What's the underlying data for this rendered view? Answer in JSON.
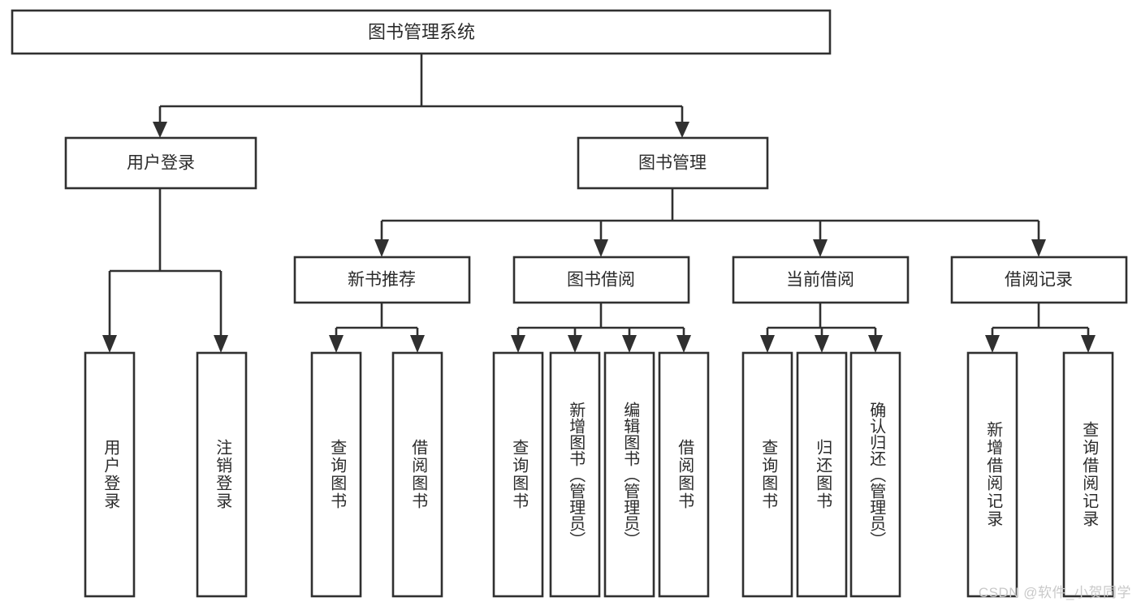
{
  "diagram": {
    "title": "图书管理系统",
    "type": "tree",
    "watermark": "CSDN @软件_小贺同学",
    "colors": {
      "stroke": "#303030",
      "fill": "#ffffff",
      "text": "#2b2b2b",
      "watermark": "#c9c9c9",
      "background": "#ffffff"
    },
    "root": {
      "id": "root",
      "label": "图书管理系统",
      "level": 1
    },
    "level2": [
      {
        "id": "user-login",
        "label": "用户登录",
        "level": 2
      },
      {
        "id": "book-management",
        "label": "图书管理",
        "level": 2
      }
    ],
    "level3": [
      {
        "id": "new-book-recommend",
        "label": "新书推荐",
        "level": 3,
        "parent": "book-management"
      },
      {
        "id": "book-borrow",
        "label": "图书借阅",
        "level": 3,
        "parent": "book-management"
      },
      {
        "id": "current-borrow",
        "label": "当前借阅",
        "level": 3,
        "parent": "book-management"
      },
      {
        "id": "borrow-record",
        "label": "借阅记录",
        "level": 3,
        "parent": "book-management"
      }
    ],
    "leaves": [
      {
        "id": "leaf-user-login",
        "label": "用户登录",
        "parent": "user-login"
      },
      {
        "id": "leaf-logout",
        "label": "注销登录",
        "parent": "user-login"
      },
      {
        "id": "leaf-query-book-1",
        "label": "查询图书",
        "parent": "new-book-recommend"
      },
      {
        "id": "leaf-borrow-book-1",
        "label": "借阅图书",
        "parent": "new-book-recommend"
      },
      {
        "id": "leaf-query-book-2",
        "label": "查询图书",
        "parent": "book-borrow"
      },
      {
        "id": "leaf-add-book",
        "label": "新增图书（管理员）",
        "parent": "book-borrow"
      },
      {
        "id": "leaf-edit-book",
        "label": "编辑图书（管理员）",
        "parent": "book-borrow"
      },
      {
        "id": "leaf-borrow-book-2",
        "label": "借阅图书",
        "parent": "book-borrow"
      },
      {
        "id": "leaf-query-book-3",
        "label": "查询图书",
        "parent": "current-borrow"
      },
      {
        "id": "leaf-return-book",
        "label": "归还图书",
        "parent": "current-borrow"
      },
      {
        "id": "leaf-confirm-return",
        "label": "确认归还（管理员）",
        "parent": "current-borrow"
      },
      {
        "id": "leaf-add-record",
        "label": "新增借阅记录",
        "parent": "borrow-record"
      },
      {
        "id": "leaf-query-record",
        "label": "查询借阅记录",
        "parent": "borrow-record"
      }
    ]
  }
}
